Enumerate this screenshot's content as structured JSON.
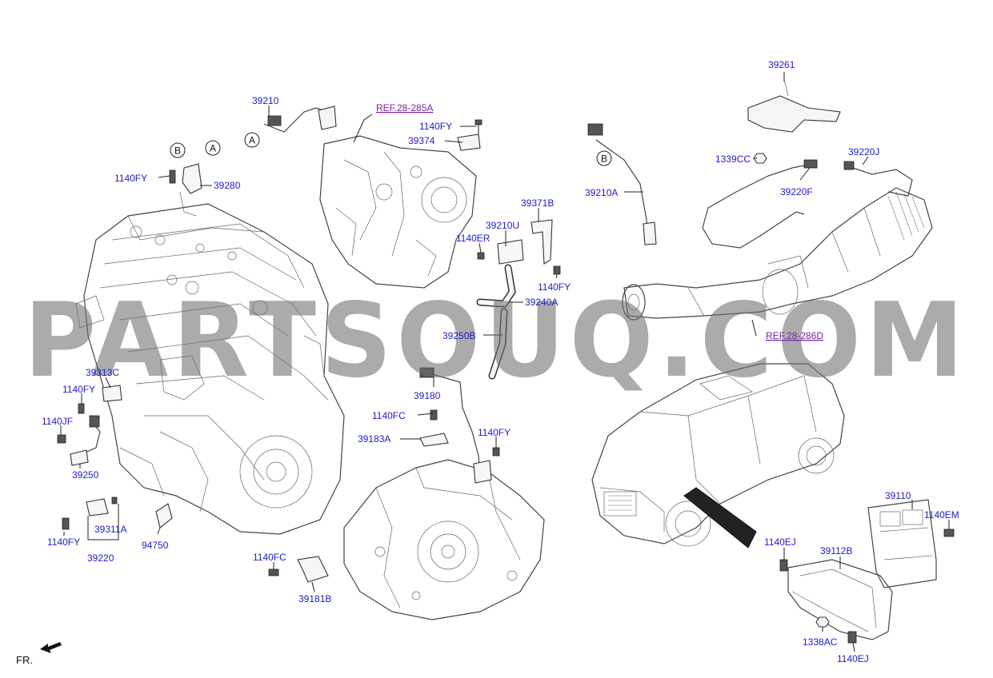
{
  "labels": {
    "p39210": "39210",
    "ref_285A": "REF.28-285A",
    "p1140FY_a": "1140FY",
    "p39374": "39374",
    "p1140FY_b": "1140FY",
    "p39280": "39280",
    "p39371B": "39371B",
    "p39210U": "39210U",
    "p1140ER": "1140ER",
    "p1140FY_c": "1140FY",
    "p39240A": "39240A",
    "p39250B": "39250B",
    "p39261": "39261",
    "p1339CC": "1339CC",
    "p39220J": "39220J",
    "p39220F": "39220F",
    "p39210A": "39210A",
    "ref_286D": "REF.28-286D",
    "p39313C": "39313C",
    "p1140FY_d": "1140FY",
    "p1140JF": "1140JF",
    "p39250": "39250",
    "p1140FY_e": "1140FY",
    "p39311A": "39311A",
    "p39220": "39220",
    "p94750": "94750",
    "p39180": "39180",
    "p1140FC_a": "1140FC",
    "p39183A": "39183A",
    "p1140FY_f": "1140FY",
    "p1140FC_b": "1140FC",
    "p39181B": "39181B",
    "p39110": "39110",
    "p1140EM": "1140EM",
    "p1140EJ_a": "1140EJ",
    "p39112B": "39112B",
    "p1338AC": "1338AC",
    "p1140EJ_b": "1140EJ"
  },
  "circles": {
    "A1": "A",
    "A2": "A",
    "B1": "B",
    "B2": "B"
  },
  "orientation": "FR.",
  "watermark": "PARTSOUQ.COM",
  "colors": {
    "part_number": "#1c1cc8",
    "reference": "#7a1fb0",
    "watermark": "#6e6e6e"
  }
}
